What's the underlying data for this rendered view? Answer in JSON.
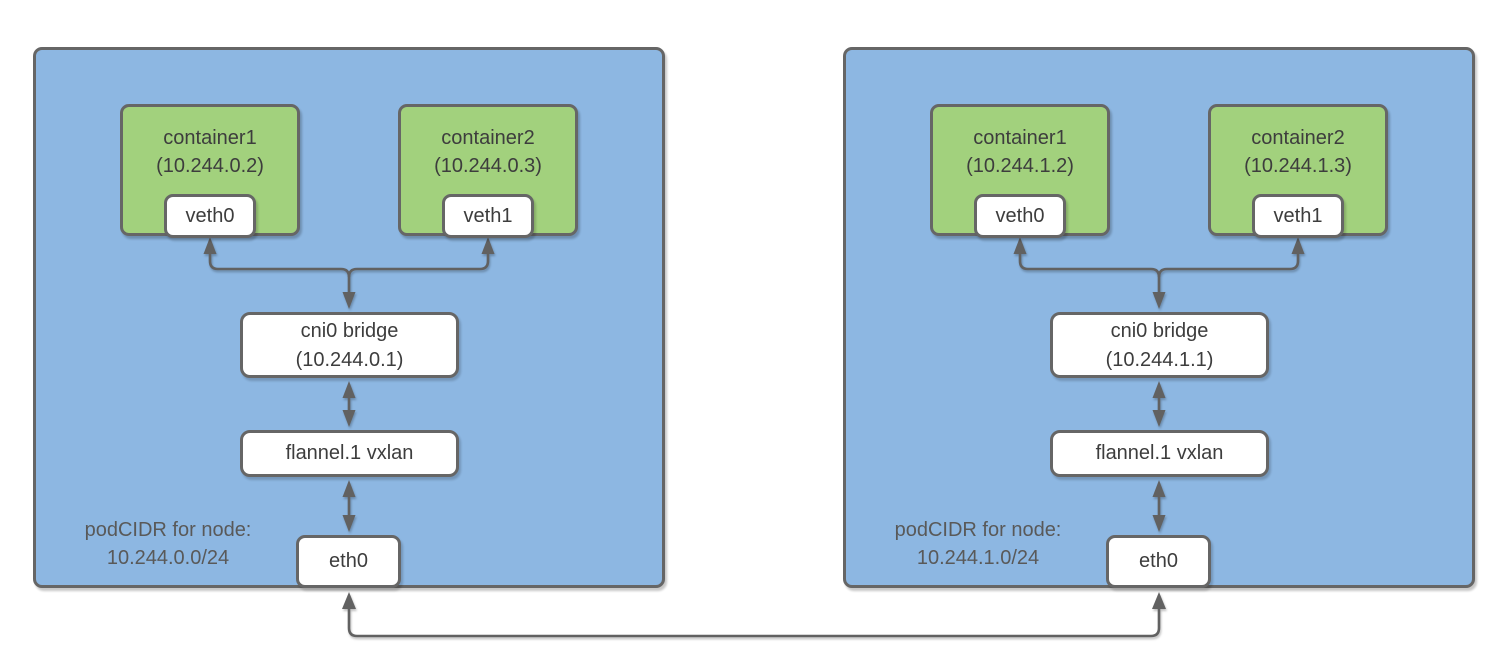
{
  "colors": {
    "node_fill": "#8db7e2",
    "node_border": "#666666",
    "container_fill": "#a2d17d",
    "container_border": "#666666",
    "box_fill": "#ffffff",
    "box_border": "#666666",
    "connector": "#616161",
    "text": "#3d3d3d",
    "muted_text": "#595959"
  },
  "nodes": [
    {
      "podcidr": {
        "line1": "podCIDR for node:",
        "line2": "10.244.0.0/24"
      },
      "containers": [
        {
          "name": "container1",
          "ip": "(10.244.0.2)",
          "veth": "veth0"
        },
        {
          "name": "container2",
          "ip": "(10.244.0.3)",
          "veth": "veth1"
        }
      ],
      "bridge": {
        "line1": "cni0 bridge",
        "line2": "(10.244.0.1)"
      },
      "vxlan": "flannel.1 vxlan",
      "eth": "eth0"
    },
    {
      "podcidr": {
        "line1": "podCIDR for node:",
        "line2": "10.244.1.0/24"
      },
      "containers": [
        {
          "name": "container1",
          "ip": "(10.244.1.2)",
          "veth": "veth0"
        },
        {
          "name": "container2",
          "ip": "(10.244.1.3)",
          "veth": "veth1"
        }
      ],
      "bridge": {
        "line1": "cni0 bridge",
        "line2": "(10.244.1.1)"
      },
      "vxlan": "flannel.1 vxlan",
      "eth": "eth0"
    }
  ]
}
